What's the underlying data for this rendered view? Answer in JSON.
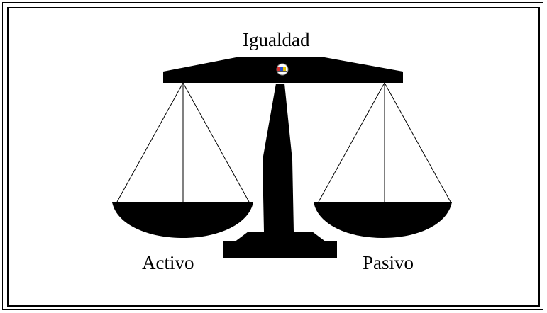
{
  "diagram": {
    "title": "Igualdad",
    "left_label": "Activo",
    "right_label": "Pasivo"
  },
  "colors": {
    "ink": "#000000",
    "background": "#ffffff",
    "emblem_red": "#d62f2f",
    "emblem_blue": "#2a4fcf",
    "emblem_yellow": "#e8c500"
  },
  "icons": {
    "pivot": "balance-pivot-emblem-icon"
  }
}
